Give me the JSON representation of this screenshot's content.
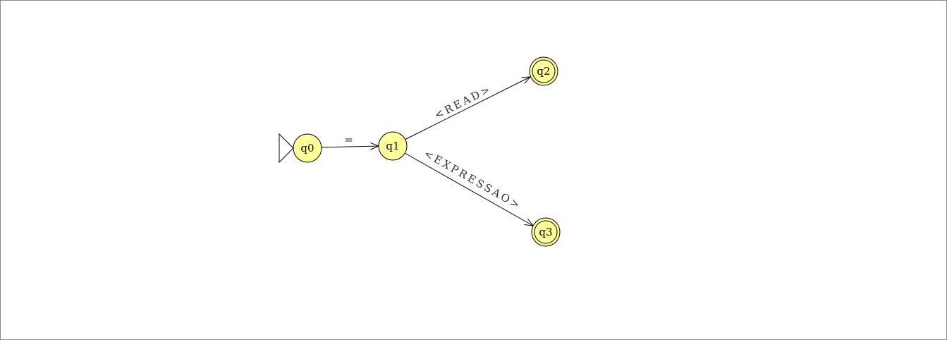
{
  "diagram": {
    "type": "finite-automaton",
    "colors": {
      "state_fill": "#ffff99",
      "stroke": "#000000",
      "label": "#333333"
    },
    "states": [
      {
        "id": "q0",
        "label": "q0",
        "initial": true,
        "final": false
      },
      {
        "id": "q1",
        "label": "q1",
        "initial": false,
        "final": false
      },
      {
        "id": "q2",
        "label": "q2",
        "initial": false,
        "final": true
      },
      {
        "id": "q3",
        "label": "q3",
        "initial": false,
        "final": true
      }
    ],
    "transitions": [
      {
        "from": "q0",
        "to": "q1",
        "label": "="
      },
      {
        "from": "q1",
        "to": "q2",
        "label": "<READ>"
      },
      {
        "from": "q1",
        "to": "q3",
        "label": "<EXPRESSAO>"
      }
    ]
  }
}
